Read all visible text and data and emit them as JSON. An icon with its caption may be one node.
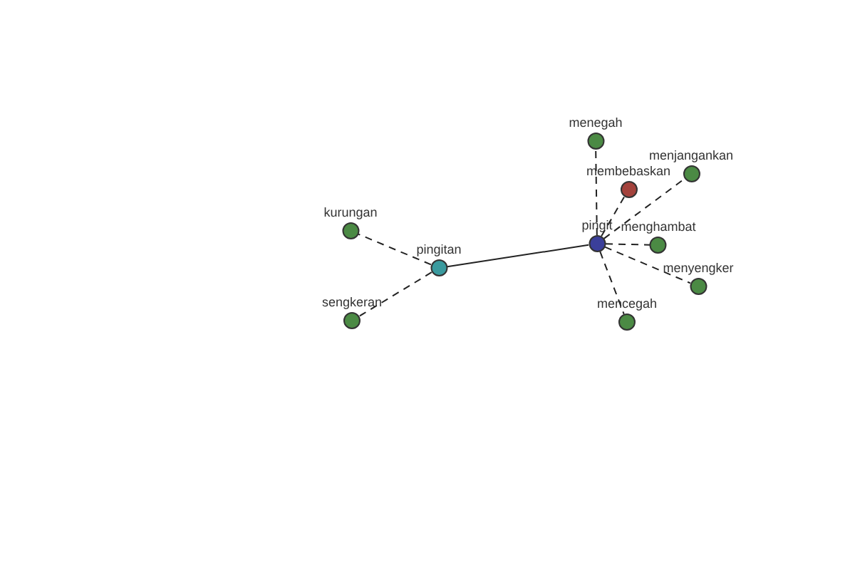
{
  "diagram": {
    "nodes": [
      {
        "text": [
          "pingit"
        ]
      },
      {
        "text": [
          "pingitan"
        ]
      },
      {
        "text": [
          "kurungan"
        ]
      },
      {
        "text": [
          "sengkeran"
        ]
      },
      {
        "text": [
          "menegah"
        ]
      },
      {
        "text": [
          "membebaskan"
        ]
      },
      {
        "text": [
          "menjangankan"
        ]
      },
      {
        "text": [
          "menghambat"
        ]
      },
      {
        "text": [
          "menyengker"
        ]
      },
      {
        "text": [
          "mencegah"
        ]
      }
    ],
    "edges": [
      {
        "from": 0,
        "to": 1,
        "arrow": "none"
      },
      {
        "from": 1,
        "to": 2,
        "arrow": "none",
        "style": "dashed"
      },
      {
        "from": 1,
        "to": 3,
        "arrow": "none",
        "style": "dashed"
      },
      {
        "from": 0,
        "to": 4,
        "arrow": "none",
        "style": "dashed"
      },
      {
        "from": 0,
        "to": 5,
        "arrow": "none",
        "style": "dashed"
      },
      {
        "from": 0,
        "to": 6,
        "arrow": "none",
        "style": "dashed"
      },
      {
        "from": 0,
        "to": 7,
        "arrow": "none",
        "style": "dashed"
      },
      {
        "from": 0,
        "to": 8,
        "arrow": "none",
        "style": "dashed"
      },
      {
        "from": 0,
        "to": 9,
        "arrow": "none",
        "style": "dashed"
      }
    ]
  }
}
